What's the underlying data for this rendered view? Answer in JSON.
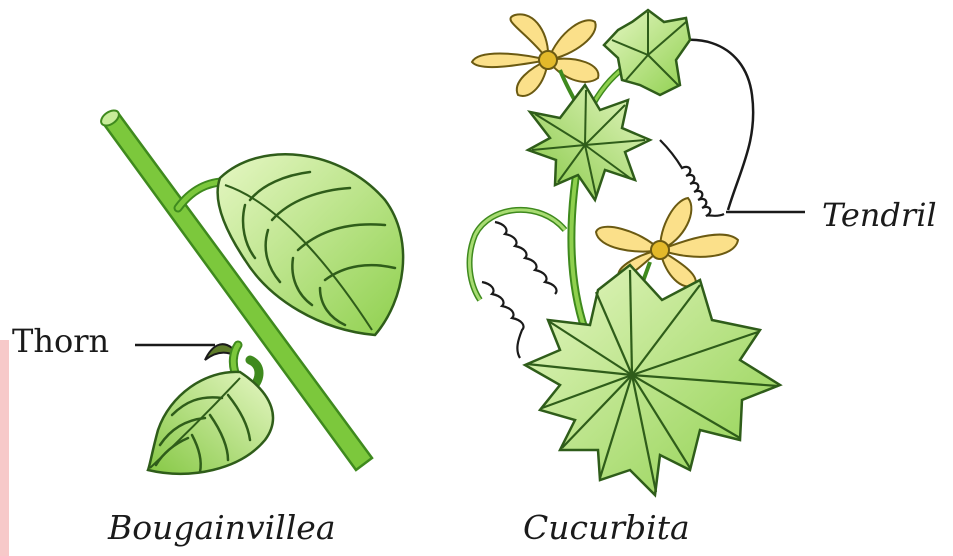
{
  "labels": {
    "thorn": "Thorn",
    "tendril": "Tendril"
  },
  "captions": {
    "left_plant": "Bougainvillea",
    "right_plant": "Cucurbita"
  },
  "colors": {
    "stem": "#7cc83c",
    "stem_dark": "#3f8a1e",
    "leaf_light": "#d9f2b0",
    "leaf_mid": "#9ad65a",
    "leaf_outline": "#2f5d1a",
    "petal": "#fbe08a",
    "petal_center": "#e3b92a",
    "ink": "#1a1a1a",
    "edge_mark": "#f7c9c9"
  }
}
